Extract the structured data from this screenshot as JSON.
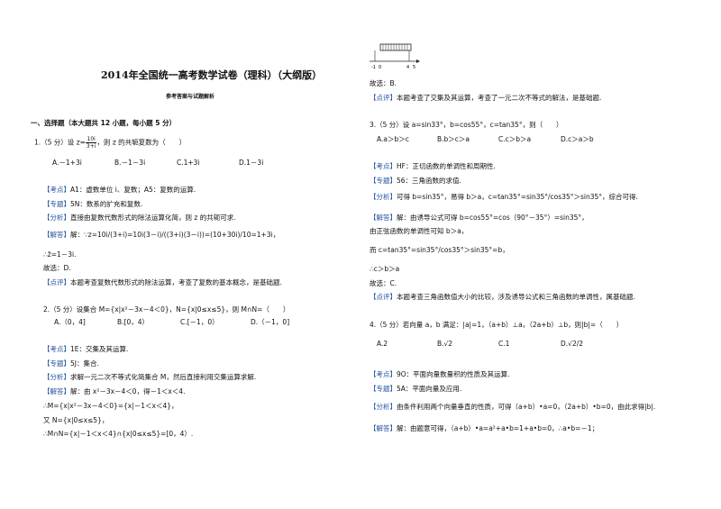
{
  "doc": {
    "title": "2014年全国统一高考数学试卷（理科）（大纲版）",
    "subtitle": "参考答案与试题解析",
    "section1": "一、选择题（本大题共 12 小题，每小题 5 分）"
  },
  "q1": {
    "stem": "1.（5 分）设 z=",
    "frac_num": "10i",
    "frac_den": "3+i",
    "stem_tail": "，则 z 的共轭复数为（　　）",
    "options": [
      "A.－1+3i",
      "B.－1－3i",
      "C.1+3i",
      "D.1－3i"
    ],
    "kaodian_tag": "【考点】",
    "kaodian": "A1：虚数单位 i、复数；A5：复数的运算.",
    "zhuanti_tag": "【专题】",
    "zhuanti": "5N：数系的扩充和复数.",
    "fenxi_tag": "【分析】",
    "fenxi": "直接由复数代数形式的除法运算化简，则 z 的共轭可求.",
    "jieda_tag": "【解答】",
    "jieda": "解：∵z=10i/(3+i)=10i(3－i)/((3+i)(3－i))=(10+30i)/10=1+3i，",
    "conj": "∴z̄=1－3i.",
    "choose": "故选：D.",
    "dianping_tag": "【点评】",
    "dianping": "本题考查复数代数形式的除法运算，考查了复数的基本概念，是基础题."
  },
  "q2": {
    "stem": "2.（5 分）设集合 M={x|x²－3x－4＜0}，N={x|0≤x≤5}，则 M∩N=（　　）",
    "options": [
      "A.（0，4]",
      "B.[0，4）",
      "C.[－1，0）",
      "D.（－1，0]"
    ],
    "kaodian_tag": "【考点】",
    "kaodian": "1E：交集及其运算.",
    "zhuanti_tag": "【专题】",
    "zhuanti": "5J：集合.",
    "fenxi_tag": "【分析】",
    "fenxi": "求解一元二次不等式化简集合 M，然后直接利用交集运算求解.",
    "jieda_tag": "【解答】",
    "jieda": "解：由 x²－3x－4＜0，得－1＜x＜4.",
    "step1": "∴M={x|x²－3x－4＜0}={x|－1＜x＜4}，",
    "step2": "又 N={x|0≤x≤5}，",
    "step3": "∴M∩N={x|－1＜x＜4}∩{x|0≤x≤5}=[0，4）."
  },
  "numline": {
    "labels": [
      "-1",
      "0",
      "4",
      "5"
    ]
  },
  "q2r": {
    "choose": "故选：B.",
    "dianping_tag": "【点评】",
    "dianping": "本题考查了交集及其运算，考查了一元二次不等式的解法，是基础题."
  },
  "q3": {
    "stem": "3.（5 分）设 a=sin33°，b=cos55°，c=tan35°，则（　　）",
    "options": [
      "A.a＞b＞c",
      "B.b＞c＞a",
      "C.c＞b＞a",
      "D.c＞a＞b"
    ],
    "kaodian_tag": "【考点】",
    "kaodian": "HF：正切函数的单调性和周期性.",
    "zhuanti_tag": "【专题】",
    "zhuanti": "56：三角函数的求值.",
    "fenxi_tag": "【分析】",
    "fenxi": "可得 b=sin35°，易得 b＞a，c=tan35°=sin35°/cos35°＞sin35°，综合可得.",
    "jieda_tag": "【解答】",
    "jieda": "解：由诱导公式可得 b=cos55°=cos（90°－35°）=sin35°，",
    "step1": "由正弦函数的单调性可知 b＞a，",
    "step2": "而 c=tan35°=sin35°/cos35°＞sin35°=b，",
    "step3": "∴c＞b＞a",
    "choose": "故选：C.",
    "dianping_tag": "【点评】",
    "dianping": "本题考查三角函数值大小的比较，涉及诱导公式和三角函数的单调性，属基础题."
  },
  "q4": {
    "stem": "4.（5 分）若向量 a，b 满足：|a|=1，（a+b）⊥a，（2a+b）⊥b，则|b|=（　　）",
    "options": [
      "A.2",
      "B.√2",
      "C.1",
      "D.√2/2"
    ],
    "kaodian_tag": "【考点】",
    "kaodian": "9O：平面向量数量积的性质及其运算.",
    "zhuanti_tag": "【专题】",
    "zhuanti": "5A：平面向量及应用.",
    "fenxi_tag": "【分析】",
    "fenxi": "由条件利用两个向量垂直的性质，可得（a+b）•a=0，（2a+b）•b=0，由此求得|b|.",
    "jieda_tag": "【解答】",
    "jieda": "解：由题意可得，（a+b）•a=a²+a•b=1+a•b=0，∴a•b=－1；"
  }
}
